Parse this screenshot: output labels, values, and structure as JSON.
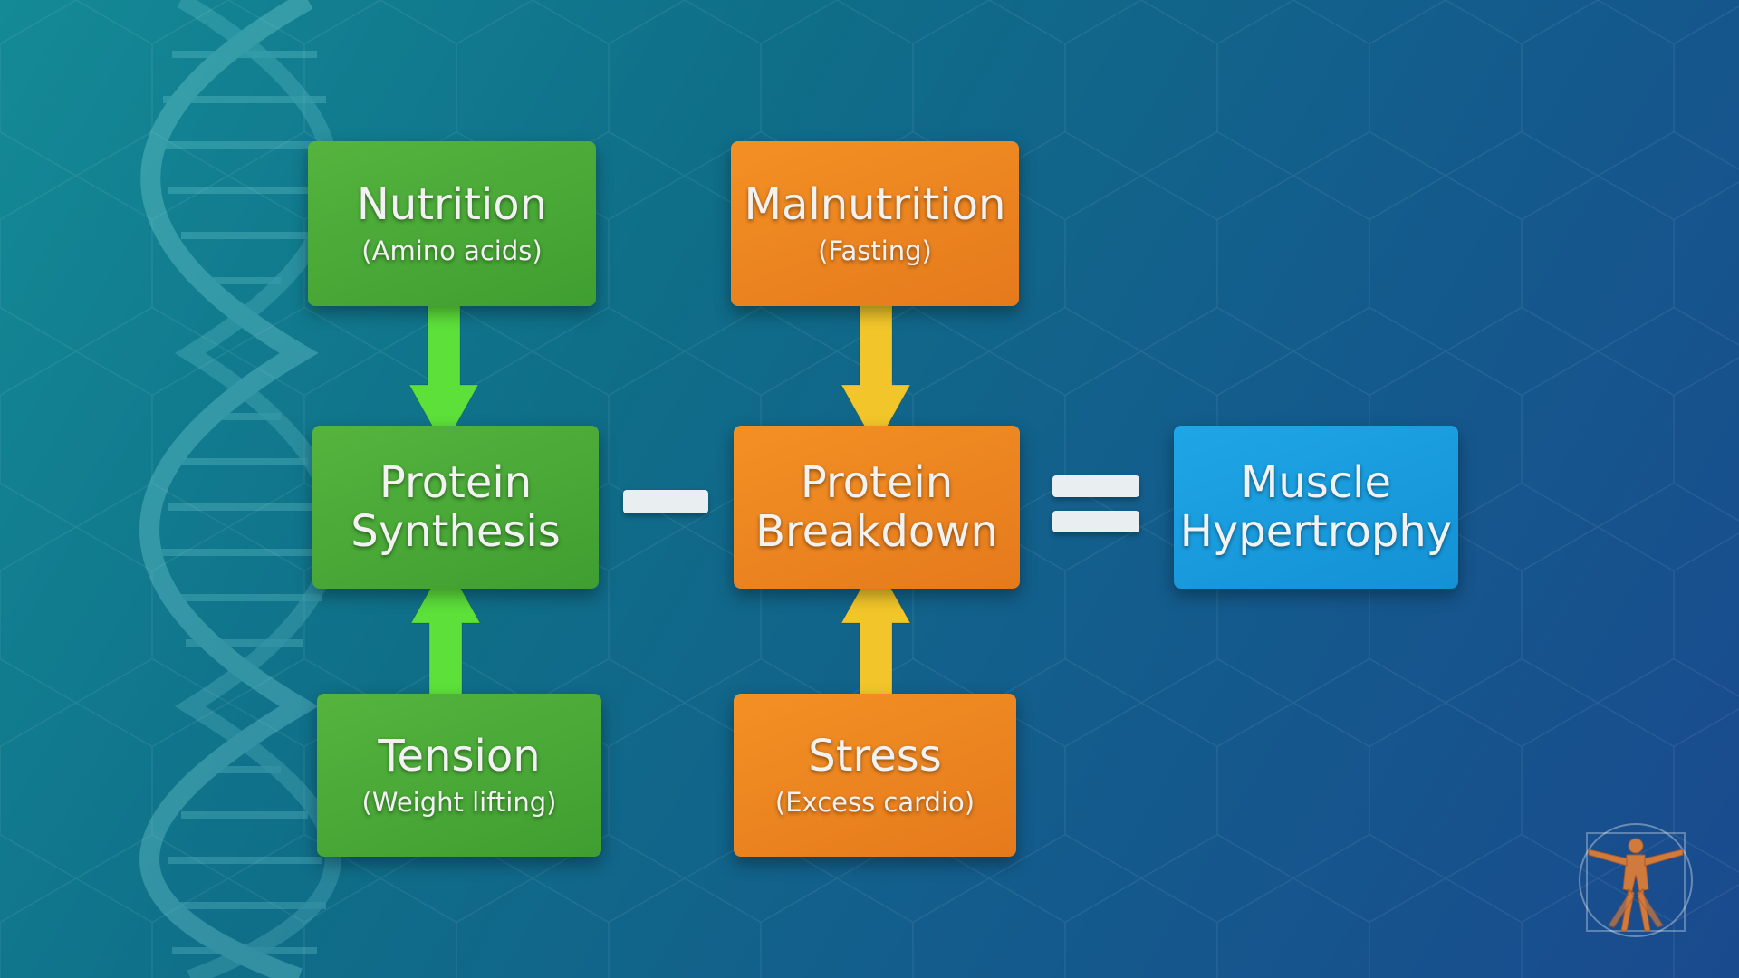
{
  "boxes": {
    "nutrition": {
      "title": "Nutrition",
      "sub": "(Amino acids)"
    },
    "malnutrition": {
      "title": "Malnutrition",
      "sub": "(Fasting)"
    },
    "protein_synthesis": {
      "line1": "Protein",
      "line2": "Synthesis"
    },
    "protein_breakdown": {
      "line1": "Protein",
      "line2": "Breakdown"
    },
    "muscle_hypertrophy": {
      "line1": "Muscle",
      "line2": "Hypertrophy"
    },
    "tension": {
      "title": "Tension",
      "sub": "(Weight lifting)"
    },
    "stress": {
      "title": "Stress",
      "sub": "(Excess cardio)"
    }
  },
  "operators": [
    "minus",
    "equals"
  ],
  "colors": {
    "green": "#4caf3a",
    "orange": "#ef8a22",
    "blue": "#1a9fe0",
    "green_arrow": "#5de03a",
    "yellow_arrow": "#f2c62a"
  },
  "icons": [
    "dna-helix-icon",
    "vitruvian-man-logo-icon"
  ]
}
